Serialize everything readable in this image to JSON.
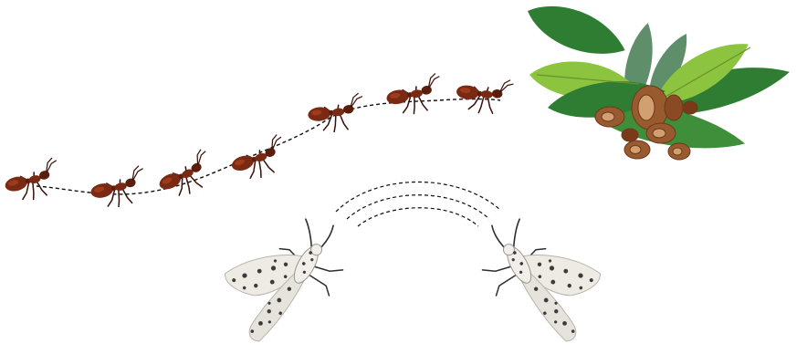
{
  "scene": {
    "ants": {
      "count": 7,
      "color_body": "#7a2a12",
      "color_dark": "#3b120a"
    },
    "food": {
      "leaf_dark": "#2f7d32",
      "leaf_mid": "#4f9a3a",
      "leaf_light": "#8cc43f",
      "leaf_gray": "#5e8f6a",
      "seed": "#9a5a30",
      "seed_light": "#d2a070"
    },
    "moths": {
      "count": 2,
      "wing": "#eeeae4",
      "spot": "#3c3c3c"
    },
    "trail": {
      "style": "dashed",
      "color": "#111111"
    }
  }
}
